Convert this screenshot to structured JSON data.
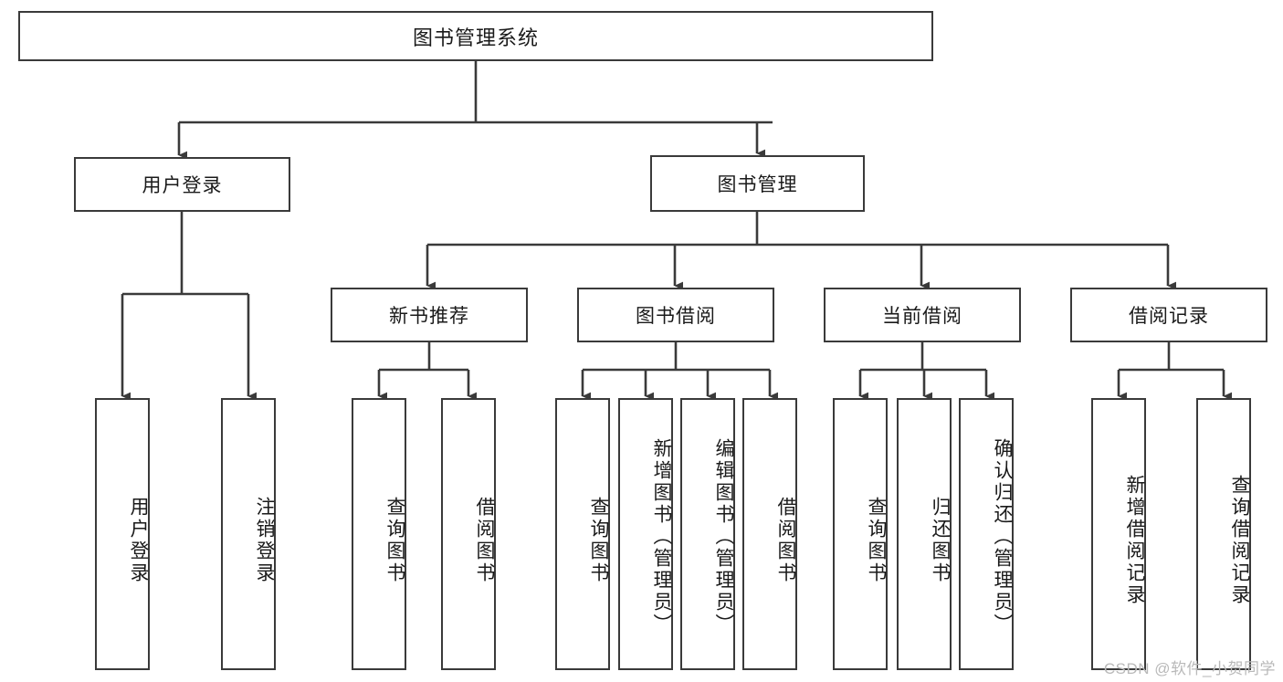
{
  "diagram": {
    "title": "图书管理系统",
    "type": "hierarchy-tree",
    "root": {
      "label": "图书管理系统"
    },
    "level2": [
      {
        "label": "用户登录"
      },
      {
        "label": "图书管理"
      }
    ],
    "level3": [
      {
        "label": "新书推荐"
      },
      {
        "label": "图书借阅"
      },
      {
        "label": "当前借阅"
      },
      {
        "label": "借阅记录"
      }
    ],
    "leaves": {
      "user_login": [
        {
          "label": "用户登录"
        },
        {
          "label": "注销登录"
        }
      ],
      "new_book_recommend": [
        {
          "label": "查询图书"
        },
        {
          "label": "借阅图书"
        }
      ],
      "book_borrow": [
        {
          "label": "查询图书"
        },
        {
          "label": "新增图书（管理员）"
        },
        {
          "label": "编辑图书（管理员）"
        },
        {
          "label": "借阅图书"
        }
      ],
      "current_borrow": [
        {
          "label": "查询图书"
        },
        {
          "label": "归还图书"
        },
        {
          "label": "确认归还（管理员）"
        }
      ],
      "borrow_record": [
        {
          "label": "新增借阅记录"
        },
        {
          "label": "查询借阅记录"
        }
      ]
    }
  },
  "watermark": {
    "text": "CSDN @软件_小贺同学"
  },
  "colors": {
    "stroke": "#3a3a3a",
    "text": "#1a1a1a",
    "background": "#ffffff",
    "watermark": "#b9b9b9"
  }
}
